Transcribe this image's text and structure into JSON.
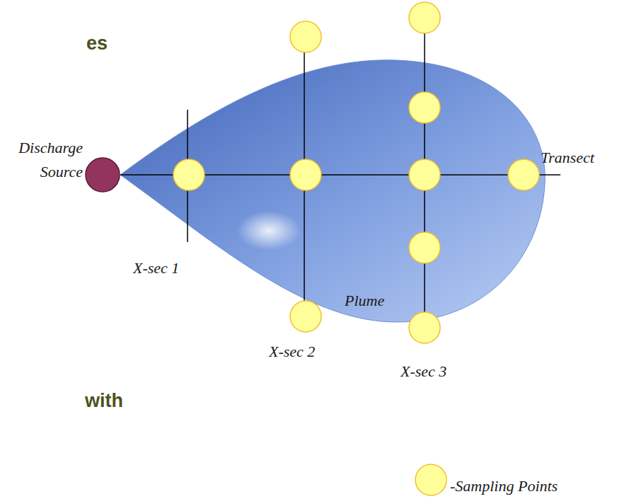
{
  "diagram": {
    "nodes": [
      {
        "text": [
          "Plume"
        ]
      },
      {
        "text": [
          "Discharge Source"
        ]
      }
    ],
    "labels": [
      "es",
      "X-sec 1",
      "X-sec 2",
      "X-sec 3",
      "Transect",
      "with"
    ],
    "legend": [
      {
        "text": "-Sampling Points",
        "color": "#ffff99"
      }
    ]
  }
}
